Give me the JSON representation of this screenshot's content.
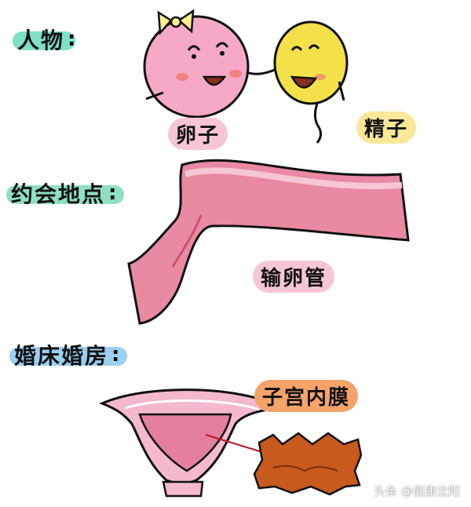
{
  "sections": {
    "characters": {
      "label": "人物",
      "colon": ":",
      "highlight": "#7fe0c8"
    },
    "meeting_place": {
      "label": "约会地点",
      "colon": ":",
      "highlight": "#8fe0c0"
    },
    "wedding_room": {
      "label": "婚床婚房",
      "colon": ":",
      "highlight": "#9ad0f0"
    }
  },
  "labels": {
    "egg": "卵子",
    "sperm": "精子",
    "fallopian_tube": "输卵管",
    "endometrium": "子宫内膜"
  },
  "label_colors": {
    "egg": "#f6c6d4",
    "sperm": "#fbe79a",
    "fallopian_tube": "#f6c6d4",
    "endometrium": "#f6a36a"
  },
  "watermark": "头条 @健康沈阳"
}
